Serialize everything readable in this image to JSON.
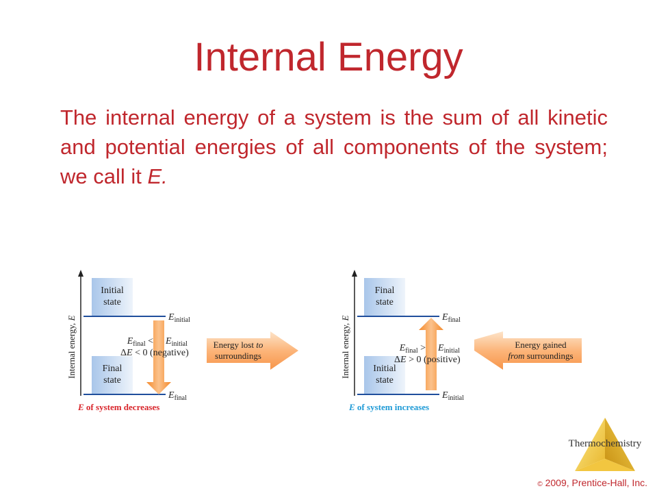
{
  "slide": {
    "title": "Internal Energy",
    "body_prefix": "The internal energy of a system is the sum of all kinetic and potential energies of all components of the system; we call it ",
    "body_symbol": "E.",
    "footer_label": "Thermochemistry",
    "copyright_symbol": "©",
    "copyright_text": "2009, Prentice-Hall, Inc."
  },
  "left_diagram": {
    "y_axis": "Internal energy,",
    "y_axis_symbol": "E",
    "upper_box": [
      "Initial",
      "state"
    ],
    "lower_box": [
      "Final",
      "state"
    ],
    "upper_level": {
      "E": "E",
      "sub": "initial"
    },
    "lower_level": {
      "E": "E",
      "sub": "final"
    },
    "relation": {
      "lhs": "E",
      "lhs_sub": "final",
      "op": "<",
      "rhs": "E",
      "rhs_sub": "initial"
    },
    "delta": {
      "prefix": "Δ",
      "E": "E",
      "op": "< 0",
      "note": "(negative)"
    },
    "arrow_line1": "Energy lost",
    "arrow_line1_em": "to",
    "arrow_line2": "surroundings",
    "caption_E": "E",
    "caption": "of system decreases",
    "caption_color": "#d8252b"
  },
  "right_diagram": {
    "y_axis": "Internal energy,",
    "y_axis_symbol": "E",
    "upper_box": [
      "Final",
      "state"
    ],
    "lower_box": [
      "Initial",
      "state"
    ],
    "upper_level": {
      "E": "E",
      "sub": "final"
    },
    "lower_level": {
      "E": "E",
      "sub": "initial"
    },
    "relation": {
      "lhs": "E",
      "lhs_sub": "final",
      "op": ">",
      "rhs": "E",
      "rhs_sub": "initial"
    },
    "delta": {
      "prefix": "Δ",
      "E": "E",
      "op": "> 0",
      "note": "(positive)"
    },
    "arrow_line1": "Energy gained",
    "arrow_line2_em": "from",
    "arrow_line2": "surroundings",
    "caption_E": "E",
    "caption": "of system increases",
    "caption_color": "#1e9ad6"
  },
  "colors": {
    "title": "#c0272d",
    "level_line": "#1f4e9c",
    "box_fill": "#c9dcf2",
    "arrow_orange": "#f6a04d",
    "arrow_light": "#fcd2a8"
  }
}
